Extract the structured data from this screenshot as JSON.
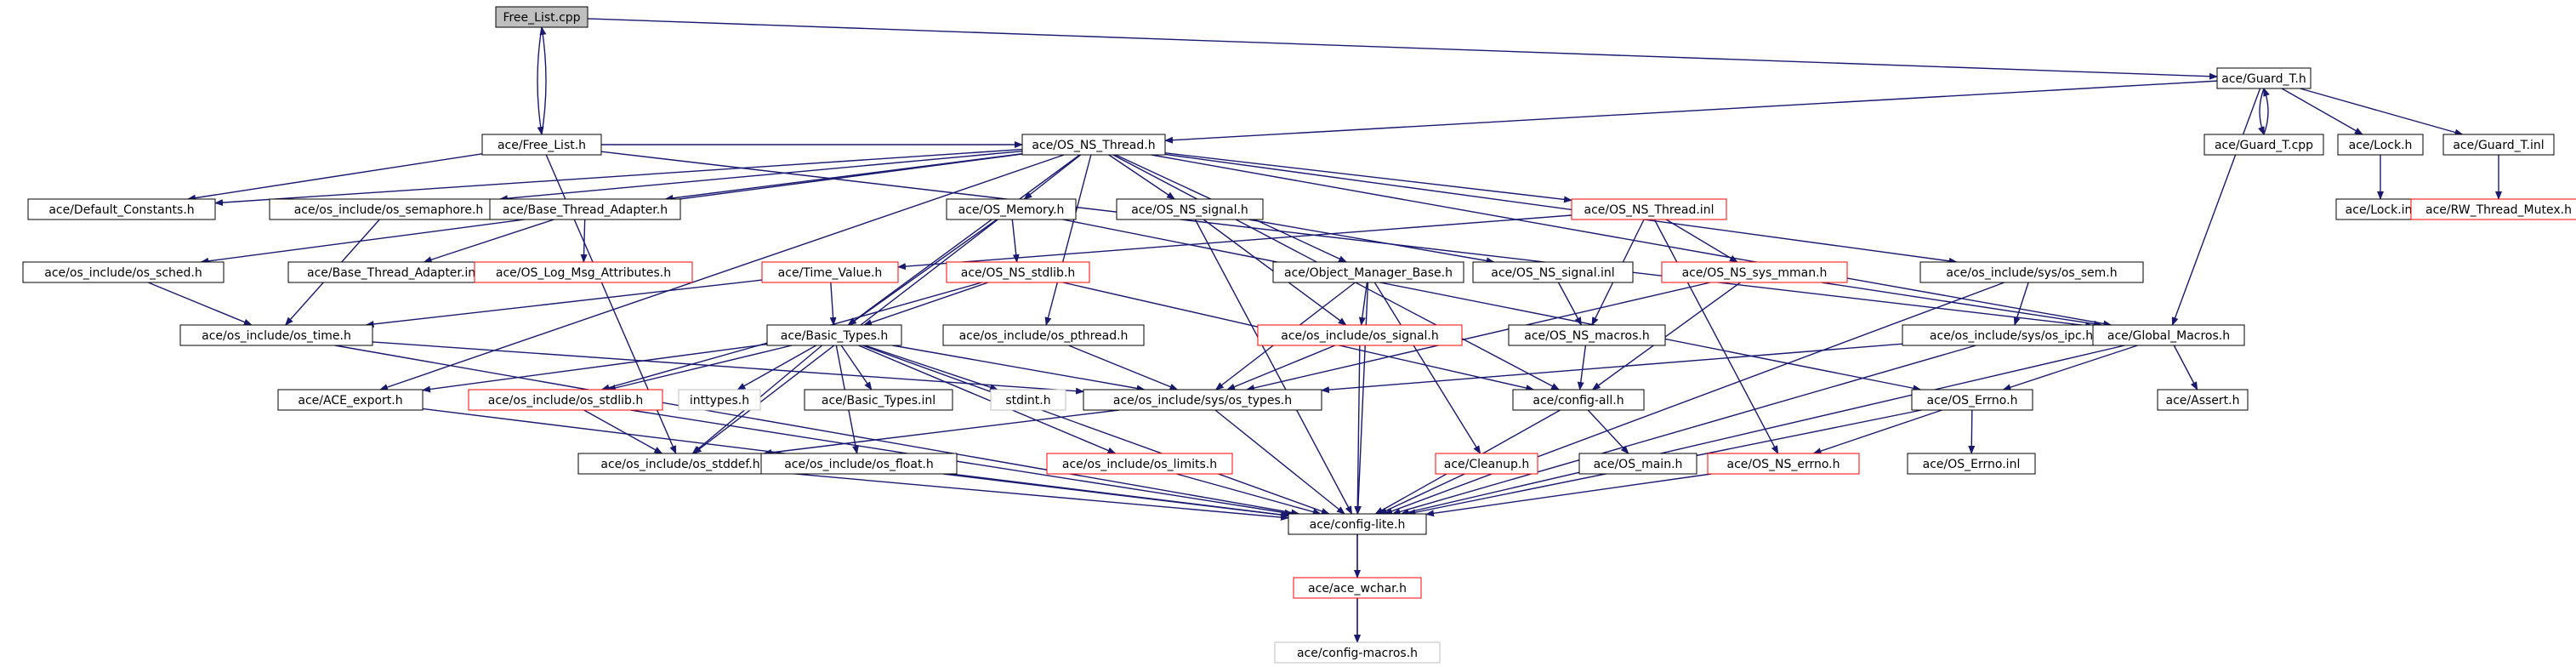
{
  "colors": {
    "edge": "#191970",
    "border_black": "#000000",
    "border_red": "#ff0000",
    "border_grey": "#bfbfbf",
    "text": "#000000",
    "root_fill": "#bfbfbf",
    "fill": "#ffffff"
  },
  "nodes": [
    {
      "id": "free_list_cpp",
      "label": "Free_List.cpp",
      "style": "root"
    },
    {
      "id": "guard_t_h",
      "label": "ace/Guard_T.h",
      "style": "normal"
    },
    {
      "id": "free_list_h",
      "label": "ace/Free_List.h",
      "style": "normal"
    },
    {
      "id": "os_ns_thread_h",
      "label": "ace/OS_NS_Thread.h",
      "style": "normal"
    },
    {
      "id": "guard_t_cpp",
      "label": "ace/Guard_T.cpp",
      "style": "normal"
    },
    {
      "id": "lock_h",
      "label": "ace/Lock.h",
      "style": "normal"
    },
    {
      "id": "guard_t_inl",
      "label": "ace/Guard_T.inl",
      "style": "normal"
    },
    {
      "id": "default_constants_h",
      "label": "ace/Default_Constants.h",
      "style": "normal"
    },
    {
      "id": "os_semaphore_h",
      "label": "ace/os_include/os_semaphore.h",
      "style": "normal"
    },
    {
      "id": "base_thread_adapter_h",
      "label": "ace/Base_Thread_Adapter.h",
      "style": "normal"
    },
    {
      "id": "os_memory_h",
      "label": "ace/OS_Memory.h",
      "style": "normal"
    },
    {
      "id": "os_ns_signal_h",
      "label": "ace/OS_NS_signal.h",
      "style": "normal"
    },
    {
      "id": "os_ns_thread_inl",
      "label": "ace/OS_NS_Thread.inl",
      "style": "red"
    },
    {
      "id": "lock_inl",
      "label": "ace/Lock.inl",
      "style": "normal"
    },
    {
      "id": "rw_thread_mutex_h",
      "label": "ace/RW_Thread_Mutex.h",
      "style": "red"
    },
    {
      "id": "os_sched_h",
      "label": "ace/os_include/os_sched.h",
      "style": "normal"
    },
    {
      "id": "base_thread_adapter_inl",
      "label": "ace/Base_Thread_Adapter.inl",
      "style": "normal"
    },
    {
      "id": "os_log_msg_attributes_h",
      "label": "ace/OS_Log_Msg_Attributes.h",
      "style": "red"
    },
    {
      "id": "time_value_h",
      "label": "ace/Time_Value.h",
      "style": "red"
    },
    {
      "id": "os_ns_stdlib_h",
      "label": "ace/OS_NS_stdlib.h",
      "style": "red"
    },
    {
      "id": "object_manager_base_h",
      "label": "ace/Object_Manager_Base.h",
      "style": "normal"
    },
    {
      "id": "os_ns_signal_inl",
      "label": "ace/OS_NS_signal.inl",
      "style": "normal"
    },
    {
      "id": "os_ns_sys_mman_h",
      "label": "ace/OS_NS_sys_mman.h",
      "style": "red"
    },
    {
      "id": "os_sem_h",
      "label": "ace/os_include/sys/os_sem.h",
      "style": "normal"
    },
    {
      "id": "os_time_h",
      "label": "ace/os_include/os_time.h",
      "style": "normal"
    },
    {
      "id": "basic_types_h",
      "label": "ace/Basic_Types.h",
      "style": "normal"
    },
    {
      "id": "os_pthread_h",
      "label": "ace/os_include/os_pthread.h",
      "style": "normal"
    },
    {
      "id": "os_signal_h",
      "label": "ace/os_include/os_signal.h",
      "style": "red"
    },
    {
      "id": "os_ns_macros_h",
      "label": "ace/OS_NS_macros.h",
      "style": "normal"
    },
    {
      "id": "os_ipc_h",
      "label": "ace/os_include/sys/os_ipc.h",
      "style": "normal"
    },
    {
      "id": "global_macros_h",
      "label": "ace/Global_Macros.h",
      "style": "normal"
    },
    {
      "id": "ace_export_h",
      "label": "ace/ACE_export.h",
      "style": "normal"
    },
    {
      "id": "os_stdlib_h",
      "label": "ace/os_include/os_stdlib.h",
      "style": "red"
    },
    {
      "id": "inttypes_h",
      "label": "inttypes.h",
      "style": "grey"
    },
    {
      "id": "basic_types_inl",
      "label": "ace/Basic_Types.inl",
      "style": "normal"
    },
    {
      "id": "stdint_h",
      "label": "stdint.h",
      "style": "grey"
    },
    {
      "id": "os_types_h",
      "label": "ace/os_include/sys/os_types.h",
      "style": "normal"
    },
    {
      "id": "config_all_h",
      "label": "ace/config-all.h",
      "style": "normal"
    },
    {
      "id": "os_errno_h",
      "label": "ace/OS_Errno.h",
      "style": "normal"
    },
    {
      "id": "assert_h",
      "label": "ace/Assert.h",
      "style": "normal"
    },
    {
      "id": "os_stddef_h",
      "label": "ace/os_include/os_stddef.h",
      "style": "normal"
    },
    {
      "id": "os_float_h",
      "label": "ace/os_include/os_float.h",
      "style": "normal"
    },
    {
      "id": "os_limits_h",
      "label": "ace/os_include/os_limits.h",
      "style": "red"
    },
    {
      "id": "cleanup_h",
      "label": "ace/Cleanup.h",
      "style": "red"
    },
    {
      "id": "os_main_h",
      "label": "ace/OS_main.h",
      "style": "normal"
    },
    {
      "id": "os_ns_errno_h",
      "label": "ace/OS_NS_errno.h",
      "style": "red"
    },
    {
      "id": "os_errno_inl",
      "label": "ace/OS_Errno.inl",
      "style": "normal"
    },
    {
      "id": "config_lite_h",
      "label": "ace/config-lite.h",
      "style": "normal"
    },
    {
      "id": "ace_wchar_h",
      "label": "ace/ace_wchar.h",
      "style": "red"
    },
    {
      "id": "config_macros_h",
      "label": "ace/config-macros.h",
      "style": "grey"
    }
  ],
  "edges": [
    [
      "free_list_cpp",
      "free_list_h"
    ],
    [
      "free_list_h",
      "free_list_cpp"
    ],
    [
      "free_list_cpp",
      "guard_t_h"
    ],
    [
      "guard_t_h",
      "os_ns_thread_h"
    ],
    [
      "guard_t_h",
      "guard_t_cpp"
    ],
    [
      "guard_t_cpp",
      "guard_t_h"
    ],
    [
      "guard_t_h",
      "lock_h"
    ],
    [
      "guard_t_h",
      "guard_t_inl"
    ],
    [
      "guard_t_h",
      "global_macros_h"
    ],
    [
      "lock_h",
      "lock_inl"
    ],
    [
      "guard_t_inl",
      "rw_thread_mutex_h"
    ],
    [
      "free_list_h",
      "default_constants_h"
    ],
    [
      "free_list_h",
      "os_ns_thread_h"
    ],
    [
      "free_list_h",
      "global_macros_h"
    ],
    [
      "free_list_h",
      "os_stddef_h"
    ],
    [
      "os_ns_thread_h",
      "default_constants_h"
    ],
    [
      "os_ns_thread_h",
      "os_semaphore_h"
    ],
    [
      "os_ns_thread_h",
      "base_thread_adapter_h"
    ],
    [
      "os_ns_thread_h",
      "os_memory_h"
    ],
    [
      "os_ns_thread_h",
      "os_ns_signal_h"
    ],
    [
      "os_ns_thread_h",
      "os_ns_thread_inl"
    ],
    [
      "os_ns_thread_h",
      "os_sched_h"
    ],
    [
      "os_ns_thread_h",
      "ace_export_h"
    ],
    [
      "os_ns_thread_h",
      "basic_types_h"
    ],
    [
      "os_ns_thread_h",
      "os_pthread_h"
    ],
    [
      "os_ns_thread_h",
      "object_manager_base_h"
    ],
    [
      "os_ns_thread_h",
      "os_sem_h"
    ],
    [
      "os_ns_thread_h",
      "global_macros_h"
    ],
    [
      "os_ns_thread_h",
      "config_all_h"
    ],
    [
      "os_semaphore_h",
      "os_time_h"
    ],
    [
      "base_thread_adapter_h",
      "base_thread_adapter_inl"
    ],
    [
      "base_thread_adapter_h",
      "os_log_msg_attributes_h"
    ],
    [
      "os_memory_h",
      "os_ns_stdlib_h"
    ],
    [
      "os_memory_h",
      "basic_types_h"
    ],
    [
      "os_memory_h",
      "os_stddef_h"
    ],
    [
      "os_memory_h",
      "os_errno_h"
    ],
    [
      "os_ns_signal_h",
      "os_ns_signal_inl"
    ],
    [
      "os_ns_signal_h",
      "os_signal_h"
    ],
    [
      "os_ns_signal_h",
      "config_lite_h"
    ],
    [
      "os_ns_thread_inl",
      "time_value_h"
    ],
    [
      "os_ns_thread_inl",
      "os_ns_sys_mman_h"
    ],
    [
      "os_ns_thread_inl",
      "os_ns_macros_h"
    ],
    [
      "os_ns_thread_inl",
      "os_ns_errno_h"
    ],
    [
      "os_sched_h",
      "os_time_h"
    ],
    [
      "time_value_h",
      "os_time_h"
    ],
    [
      "time_value_h",
      "basic_types_h"
    ],
    [
      "os_ns_stdlib_h",
      "basic_types_h"
    ],
    [
      "os_ns_stdlib_h",
      "os_stdlib_h"
    ],
    [
      "os_ns_stdlib_h",
      "config_all_h"
    ],
    [
      "object_manager_base_h",
      "os_signal_h"
    ],
    [
      "object_manager_base_h",
      "os_types_h"
    ],
    [
      "object_manager_base_h",
      "cleanup_h"
    ],
    [
      "object_manager_base_h",
      "config_lite_h"
    ],
    [
      "os_ns_signal_inl",
      "os_ns_macros_h"
    ],
    [
      "os_ns_sys_mman_h",
      "os_types_h"
    ],
    [
      "os_ns_sys_mman_h",
      "config_all_h"
    ],
    [
      "os_ns_sys_mman_h",
      "global_macros_h"
    ],
    [
      "os_sem_h",
      "os_ipc_h"
    ],
    [
      "os_sem_h",
      "config_lite_h"
    ],
    [
      "os_time_h",
      "os_types_h"
    ],
    [
      "os_time_h",
      "config_lite_h"
    ],
    [
      "basic_types_h",
      "ace_export_h"
    ],
    [
      "basic_types_h",
      "os_stdlib_h"
    ],
    [
      "basic_types_h",
      "inttypes_h"
    ],
    [
      "basic_types_h",
      "basic_types_inl"
    ],
    [
      "basic_types_h",
      "stdint_h"
    ],
    [
      "basic_types_h",
      "os_types_h"
    ],
    [
      "basic_types_h",
      "os_stddef_h"
    ],
    [
      "basic_types_h",
      "os_float_h"
    ],
    [
      "basic_types_h",
      "os_limits_h"
    ],
    [
      "basic_types_h",
      "config_lite_h"
    ],
    [
      "os_pthread_h",
      "os_types_h"
    ],
    [
      "os_signal_h",
      "os_types_h"
    ],
    [
      "os_signal_h",
      "config_lite_h"
    ],
    [
      "os_ns_macros_h",
      "config_all_h"
    ],
    [
      "os_ipc_h",
      "os_types_h"
    ],
    [
      "os_ipc_h",
      "config_lite_h"
    ],
    [
      "global_macros_h",
      "os_errno_h"
    ],
    [
      "global_macros_h",
      "assert_h"
    ],
    [
      "global_macros_h",
      "config_lite_h"
    ],
    [
      "ace_export_h",
      "config_lite_h"
    ],
    [
      "os_stdlib_h",
      "os_stddef_h"
    ],
    [
      "os_stdlib_h",
      "config_lite_h"
    ],
    [
      "os_types_h",
      "os_stddef_h"
    ],
    [
      "os_types_h",
      "config_lite_h"
    ],
    [
      "config_all_h",
      "os_main_h"
    ],
    [
      "config_all_h",
      "config_lite_h"
    ],
    [
      "os_errno_h",
      "os_ns_errno_h"
    ],
    [
      "os_errno_h",
      "os_errno_inl"
    ],
    [
      "os_errno_h",
      "config_lite_h"
    ],
    [
      "os_stddef_h",
      "config_lite_h"
    ],
    [
      "os_float_h",
      "config_lite_h"
    ],
    [
      "os_limits_h",
      "config_lite_h"
    ],
    [
      "cleanup_h",
      "config_lite_h"
    ],
    [
      "os_ns_errno_h",
      "config_lite_h"
    ],
    [
      "config_lite_h",
      "ace_wchar_h"
    ],
    [
      "config_lite_h",
      "config_macros_h"
    ],
    [
      "ace_wchar_h",
      "config_macros_h"
    ]
  ]
}
